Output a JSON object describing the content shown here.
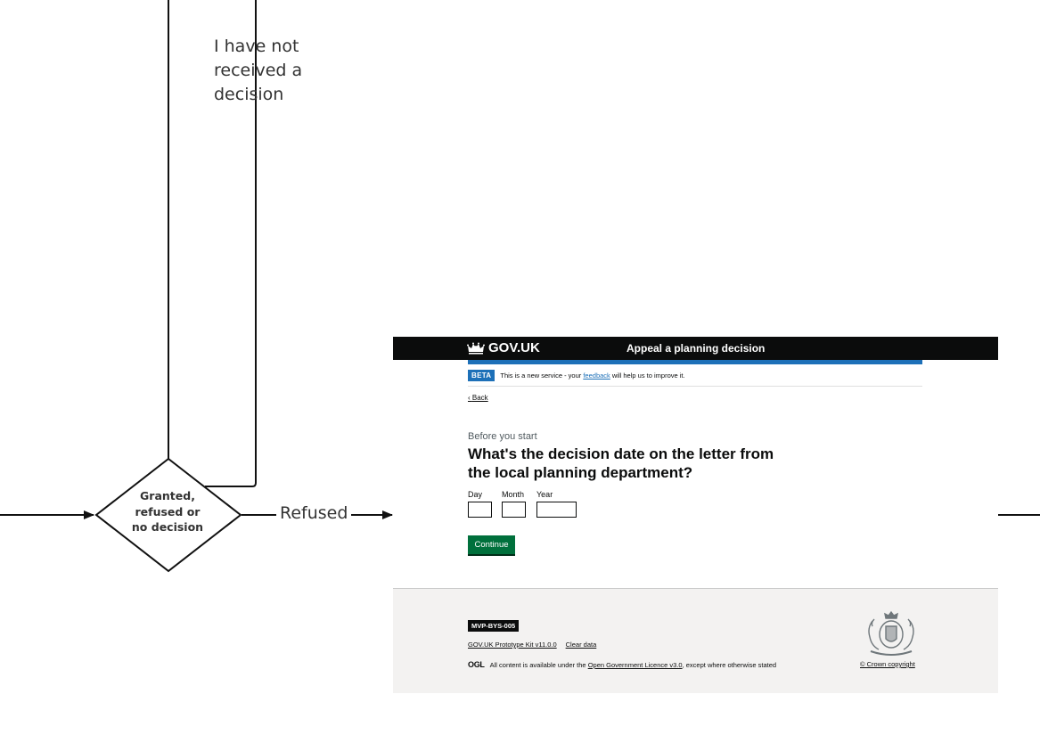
{
  "edges": {
    "not_received_label": "I have not received a decision",
    "refused_label": "Refused"
  },
  "decision_node": {
    "line1": "Granted,",
    "line2": "refused or",
    "line3": "no decision"
  },
  "screen": {
    "header": {
      "logo_text": "GOV.UK",
      "service_name": "Appeal a planning decision"
    },
    "beta": {
      "tag": "BETA",
      "text_before": "This is a new service - your ",
      "link": "feedback",
      "text_after": " will help us to improve it."
    },
    "back_link": "Back",
    "caption": "Before you start",
    "heading": "What's the decision date on the letter from the local planning department?",
    "fields": {
      "day_label": "Day",
      "month_label": "Month",
      "year_label": "Year"
    },
    "continue_label": "Continue",
    "footer": {
      "version_tag": "MVP-BYS-005",
      "kit_link": "GOV.UK Prototype Kit v11.0.0",
      "clear_link": "Clear data",
      "ogl_logo": "OGL",
      "licence_before": "All content is available under the ",
      "licence_link": "Open Government Licence v3.0",
      "licence_after": ", except where otherwise stated",
      "crown_copyright": "© Crown copyright"
    }
  },
  "colors": {
    "line": "#111111",
    "text": "#333333",
    "gov_black": "#0b0c0c",
    "gov_blue": "#1d70b8",
    "gov_green": "#00703c",
    "footer_bg": "#f3f2f1"
  }
}
